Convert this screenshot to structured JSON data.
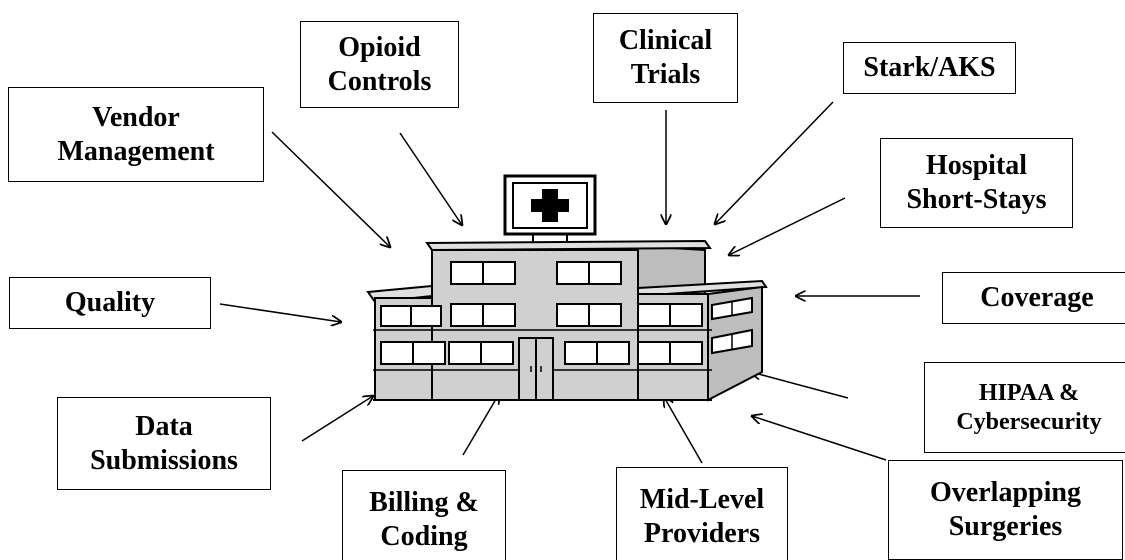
{
  "diagram": {
    "center": {
      "icon": "hospital-icon",
      "sign_icon": "medical-cross-icon"
    },
    "labels": {
      "vendor_management": [
        "Vendor",
        "Management"
      ],
      "opioid_controls": [
        "Opioid",
        "Controls"
      ],
      "clinical_trials": [
        "Clinical",
        "Trials"
      ],
      "stark_aks": [
        "Stark/AKS"
      ],
      "hospital_short_stays": [
        "Hospital",
        "Short-Stays"
      ],
      "quality": [
        "Quality"
      ],
      "coverage": [
        "Coverage"
      ],
      "hipaa_cybersecurity": [
        "HIPAA &",
        "Cybersecurity"
      ],
      "data_submissions": [
        "Data",
        "Submissions"
      ],
      "billing_coding": [
        "Billing &",
        "Coding"
      ],
      "mid_level_providers": [
        "Mid-Level",
        "Providers"
      ],
      "overlapping_surgeries": [
        "Overlapping",
        "Surgeries"
      ]
    }
  }
}
